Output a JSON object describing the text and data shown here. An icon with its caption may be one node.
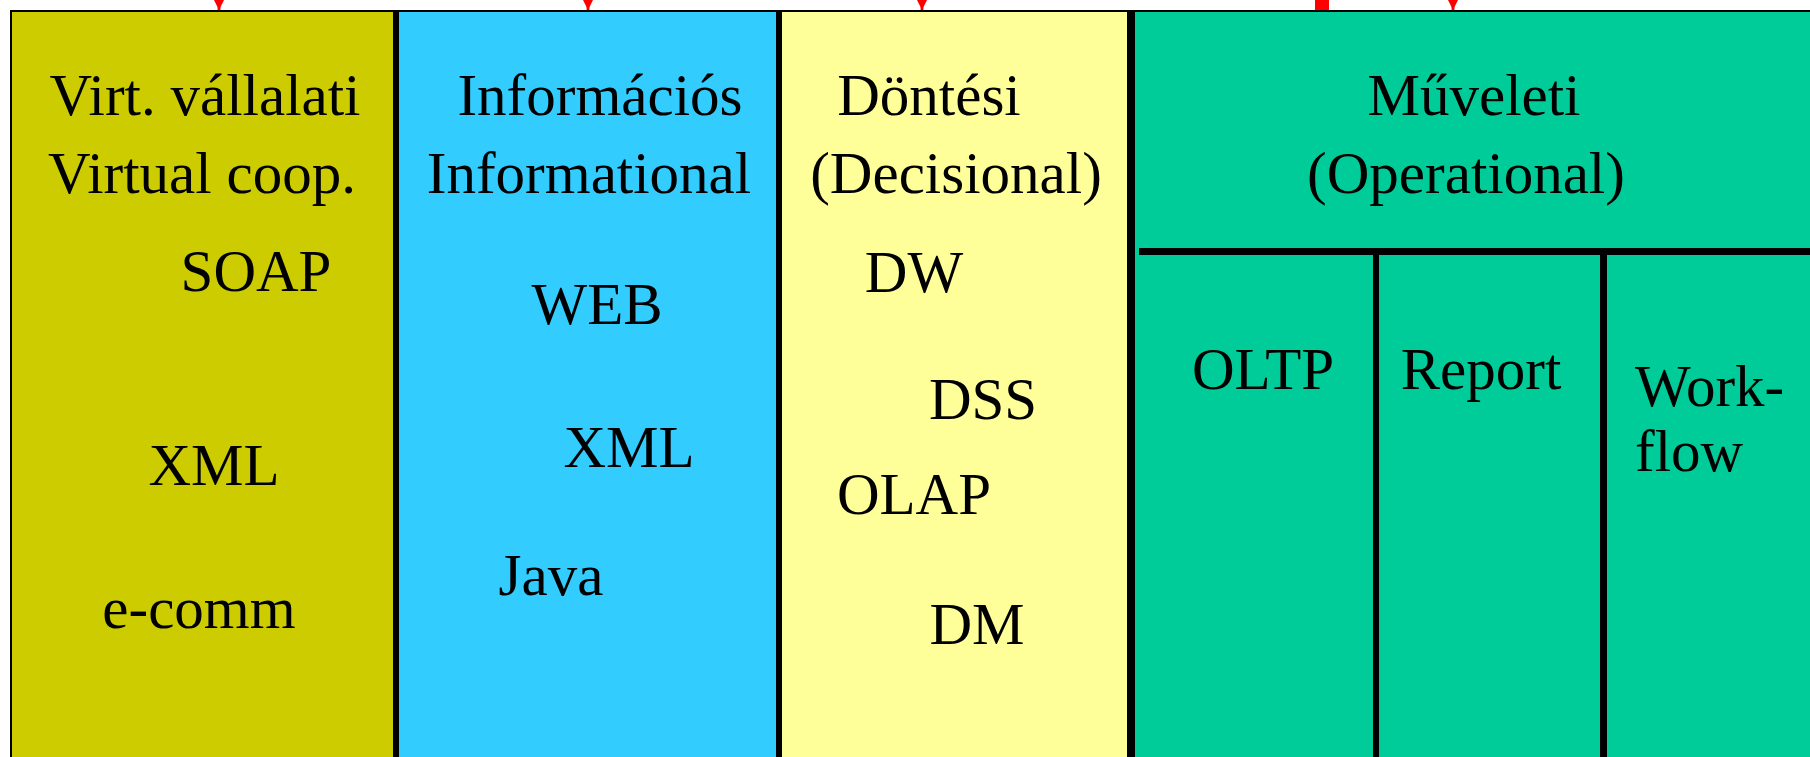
{
  "diagram": {
    "nodes": [
      {
        "text": [
          "Virt. vállalati",
          "Virtual coop.",
          "SOAP",
          "XML",
          "e-comm"
        ]
      },
      {
        "text": [
          "Információs",
          "Informational",
          "WEB",
          "XML",
          "Java"
        ]
      },
      {
        "text": [
          "Döntési",
          "(Decisional)",
          "DW",
          "DSS",
          "OLAP",
          "DM"
        ]
      },
      {
        "text": [
          "Műveleti",
          "(Operational)"
        ]
      },
      {
        "text": [
          "OLTP"
        ],
        "in": 3
      },
      {
        "text": [
          "Report"
        ],
        "in": 3
      },
      {
        "text": [
          "Work-flow"
        ],
        "in": 3
      }
    ],
    "edges": [
      {
        "from": null,
        "to": 0,
        "arrow": "to"
      },
      {
        "from": null,
        "to": 1,
        "arrow": "to"
      },
      {
        "from": null,
        "to": 2,
        "arrow": "to"
      },
      {
        "from": null,
        "to": 3,
        "arrow": "none",
        "style": "thick"
      },
      {
        "from": null,
        "to": 3,
        "arrow": "to"
      }
    ]
  }
}
